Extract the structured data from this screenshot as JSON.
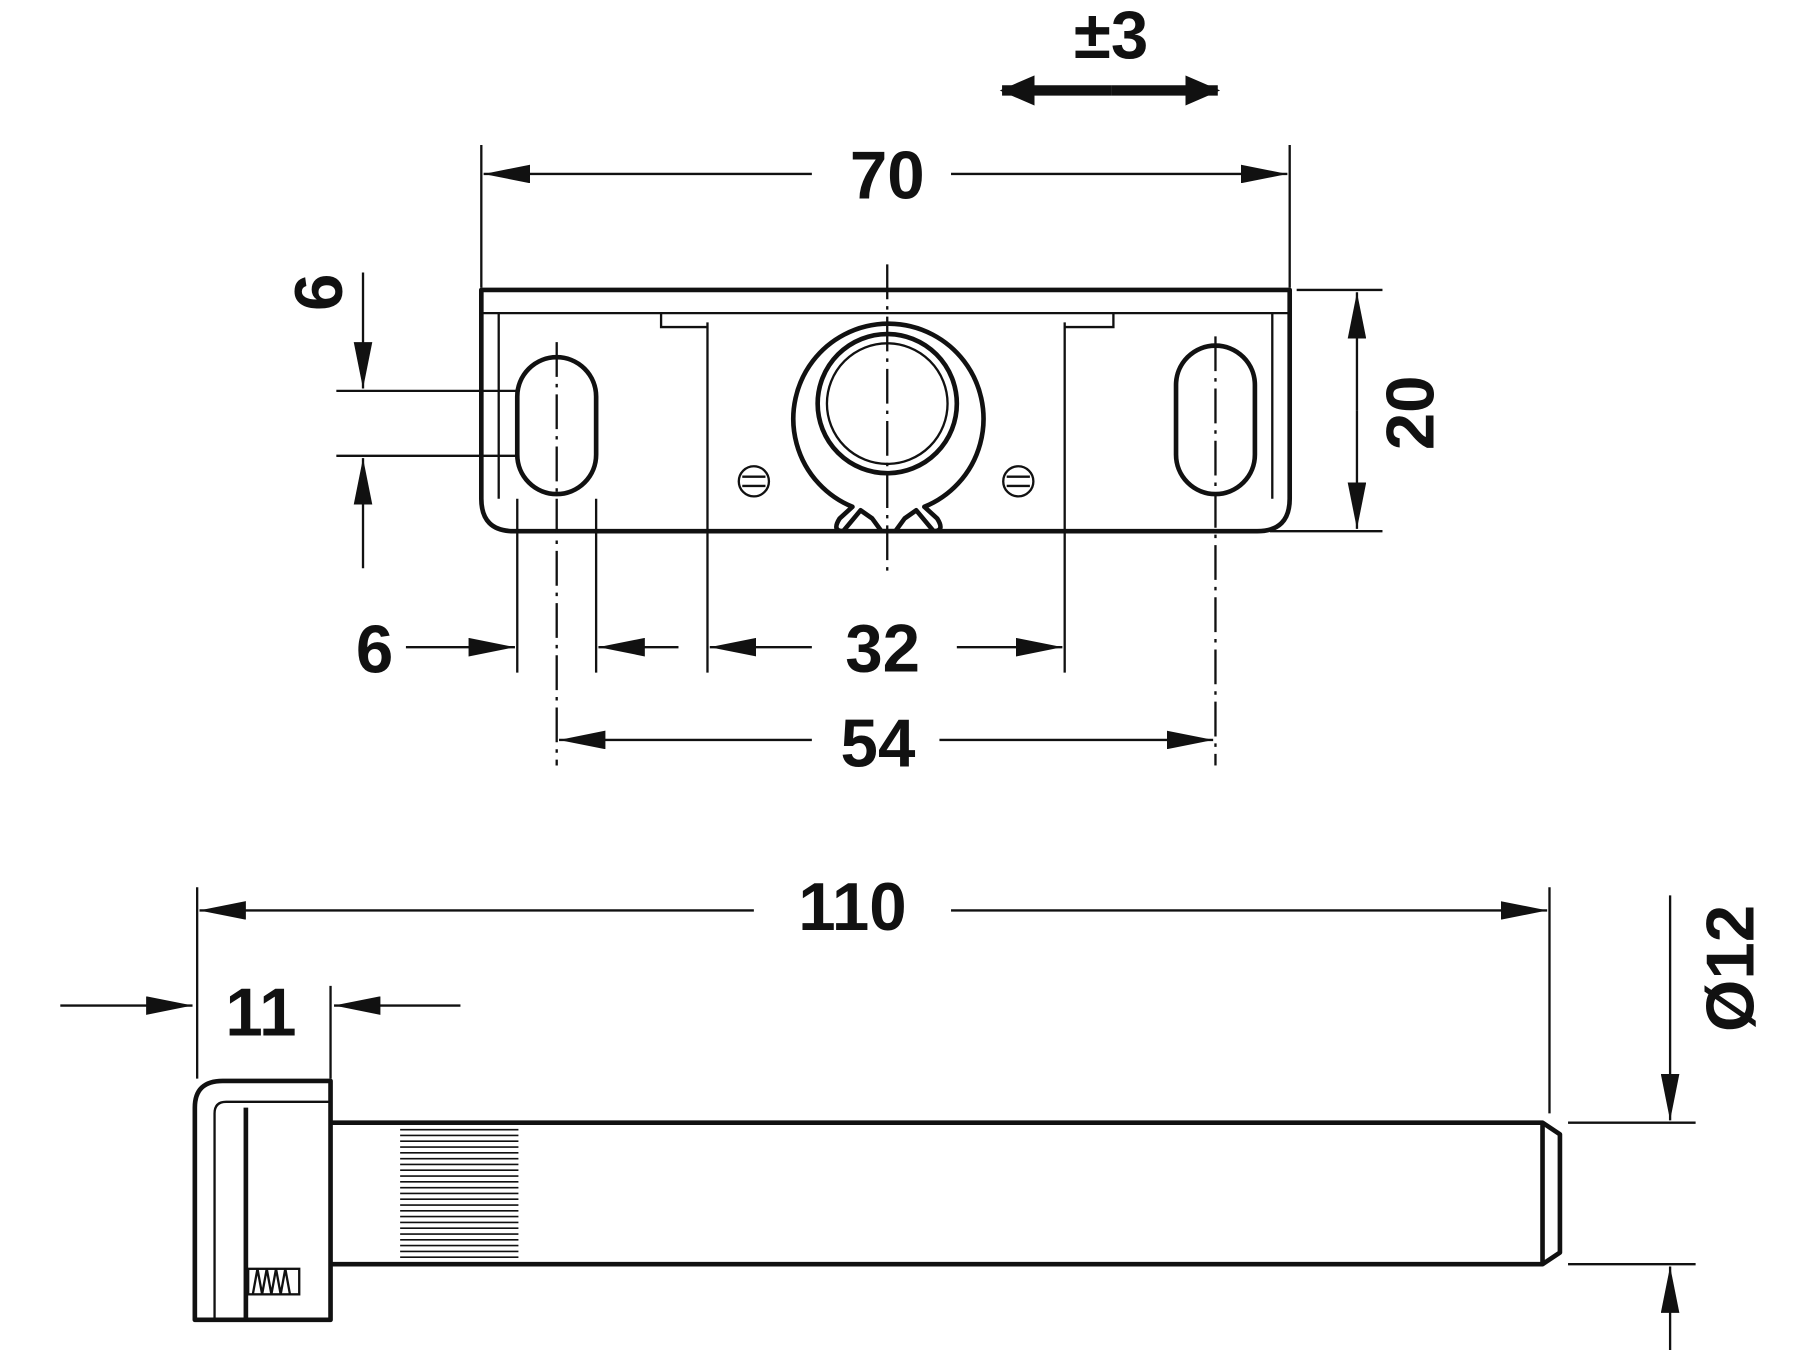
{
  "drawing": {
    "top_view": {
      "dimensions": {
        "width_overall": "70",
        "adjustment": "±3",
        "slot_height": "6",
        "height": "20",
        "slot_width": "6",
        "center_width": "32",
        "hole_spacing": "54"
      }
    },
    "side_view": {
      "dimensions": {
        "length_overall": "110",
        "head_length": "11",
        "diameter": "Ø12"
      }
    },
    "colors": {
      "line": "#111111",
      "background": "#ffffff"
    }
  }
}
